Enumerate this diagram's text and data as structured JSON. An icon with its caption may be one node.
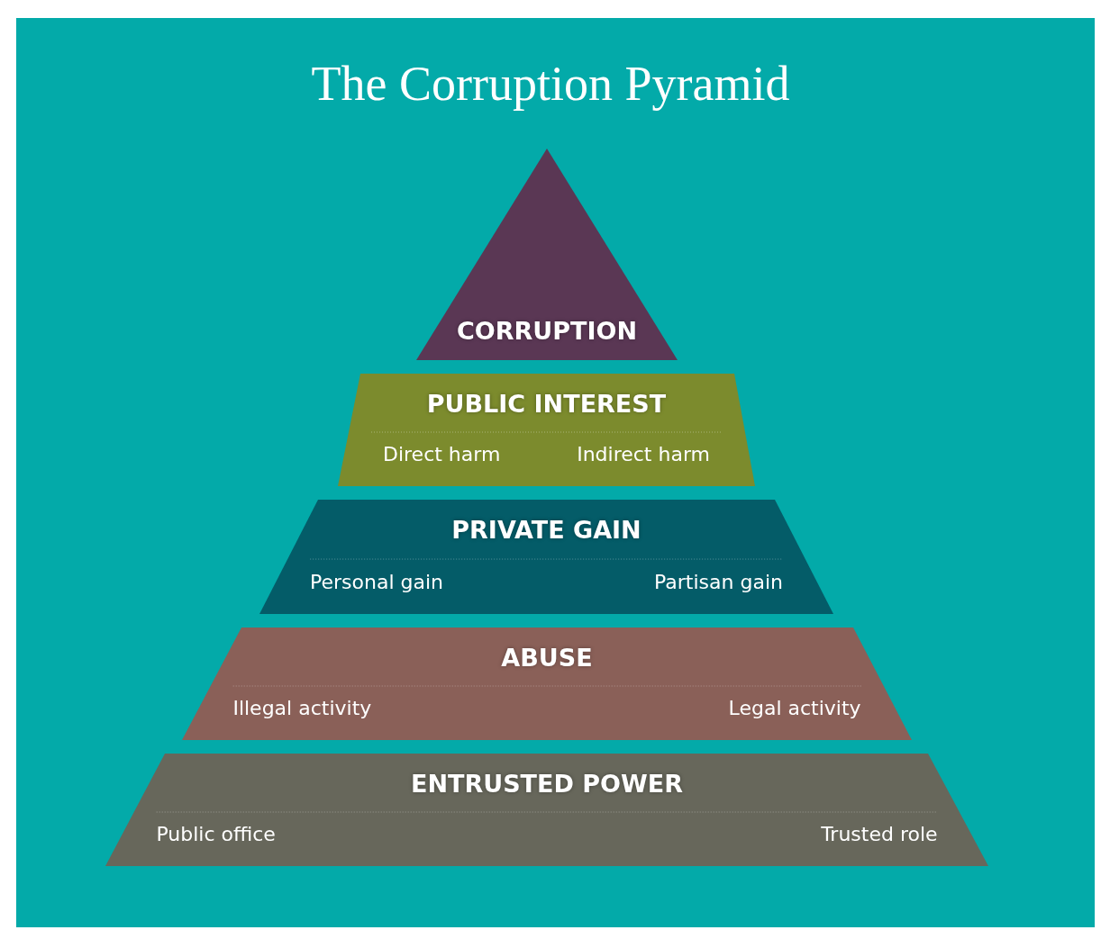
{
  "diagram": {
    "title": "The Corruption Pyramid",
    "nodes": [
      {
        "text": [
          "CORRUPTION"
        ]
      },
      {
        "text": [
          "PUBLIC INTEREST",
          "Direct harm",
          "Indirect harm"
        ]
      },
      {
        "text": [
          "PRIVATE GAIN",
          "Personal gain",
          "Partisan gain"
        ]
      },
      {
        "text": [
          "ABUSE",
          "Illegal activity",
          "Legal activity"
        ]
      },
      {
        "text": [
          "ENTRUSTED POWER",
          "Public office",
          "Trusted role"
        ]
      }
    ],
    "edges": []
  }
}
